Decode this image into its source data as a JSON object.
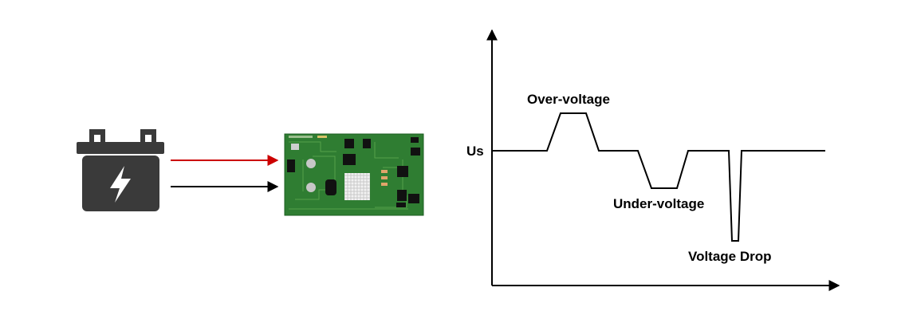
{
  "diagram": {
    "battery": {
      "icon": "car-battery-icon",
      "symbol": "lightning-bolt-icon",
      "color": "#3a3a3a"
    },
    "pcb": {
      "icon": "circuit-board-icon",
      "board_color": "#2f7d32"
    },
    "wires": {
      "positive_color": "#cc0000",
      "ground_color": "#000000"
    },
    "waveform": {
      "nominal_label": "Us",
      "labels": {
        "over_voltage": "Over-voltage",
        "under_voltage": "Under-voltage",
        "voltage_drop": "Voltage Drop"
      }
    }
  }
}
